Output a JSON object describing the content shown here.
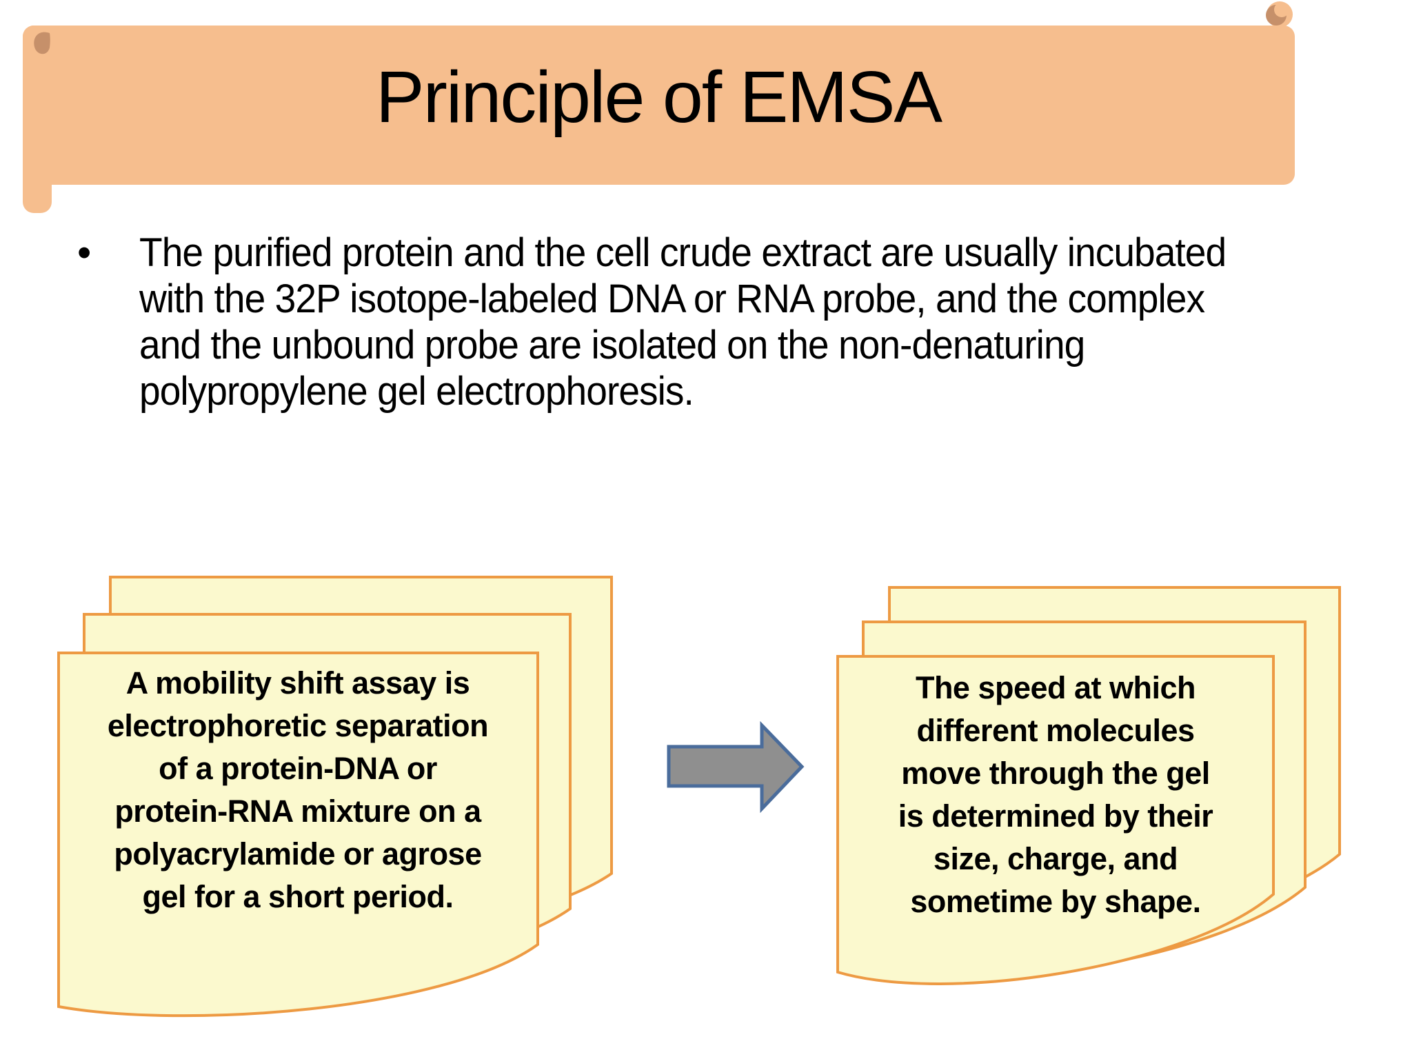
{
  "slide": {
    "title": "Principle of EMSA",
    "bullet": {
      "marker": "•",
      "lines": [
        "The purified protein and the cell crude extract are usually incubated",
        "with the 32P isotope-labeled DNA or RNA probe, and the complex",
        "and the unbound probe are isolated on the non-denaturing",
        "polypropylene gel electrophoresis."
      ]
    },
    "notes": {
      "left": {
        "lines": [
          "A mobility shift assay is",
          "electrophoretic separation",
          "of a protein-DNA or",
          "protein-RNA mixture on a",
          "polyacrylamide or agrose",
          "gel for a short period."
        ]
      },
      "right": {
        "lines": [
          "The speed at which",
          "different molecules",
          "move through the gel",
          "is determined by their",
          "size, charge, and",
          "sometime by shape."
        ]
      }
    },
    "arrow": {
      "direction": "right"
    },
    "colors": {
      "background": "#FFFFFF",
      "banner_fill": "#F6BE8E",
      "banner_curl": "#C6906A",
      "note_fill": "#FBF9CE",
      "note_border": "#ED9A43",
      "arrow_fill": "#8F8F8F",
      "arrow_border": "#4A6C9B",
      "text": "#000000"
    }
  }
}
